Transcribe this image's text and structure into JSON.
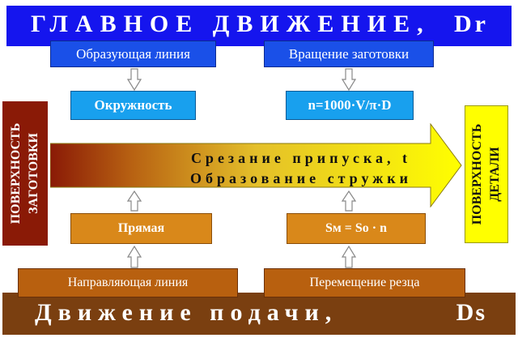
{
  "top_banner": {
    "title": "ГЛАВНОЕ ДВИЖЕНИЕ,",
    "symbol": "Dr"
  },
  "bottom_banner": {
    "title": "Движение подачи,",
    "symbol": "Ds"
  },
  "left_column": {
    "generating_line": "Образующая линия",
    "circle": "Окружность",
    "straight": "Прямая",
    "directing_line": "Направляющая линия"
  },
  "right_column": {
    "rotation": "Вращение заготовки",
    "formula_n": "n=1000·V/π·D",
    "formula_s": "Sм = So · n",
    "cutter_movement": "Перемещение резца"
  },
  "side_left": {
    "line1": "ПОВЕРХНОСТЬ",
    "line2": "ЗАГОТОВКИ"
  },
  "side_right": {
    "line1": "ПОВЕРХНОСТЬ",
    "line2": "ДЕТАЛИ"
  },
  "arrow": {
    "line1": "Срезание припуска, t",
    "line2": "Образование стружки"
  },
  "colors": {
    "top_banner": "#1515ee",
    "bottom_banner": "#7a3f10",
    "side_left": "#8a1a06",
    "side_right": "#ffff00",
    "blue_dark": "#1a50e8",
    "blue_light": "#18a0ee",
    "orange_light": "#d9881a",
    "orange_dark": "#b8600f"
  }
}
